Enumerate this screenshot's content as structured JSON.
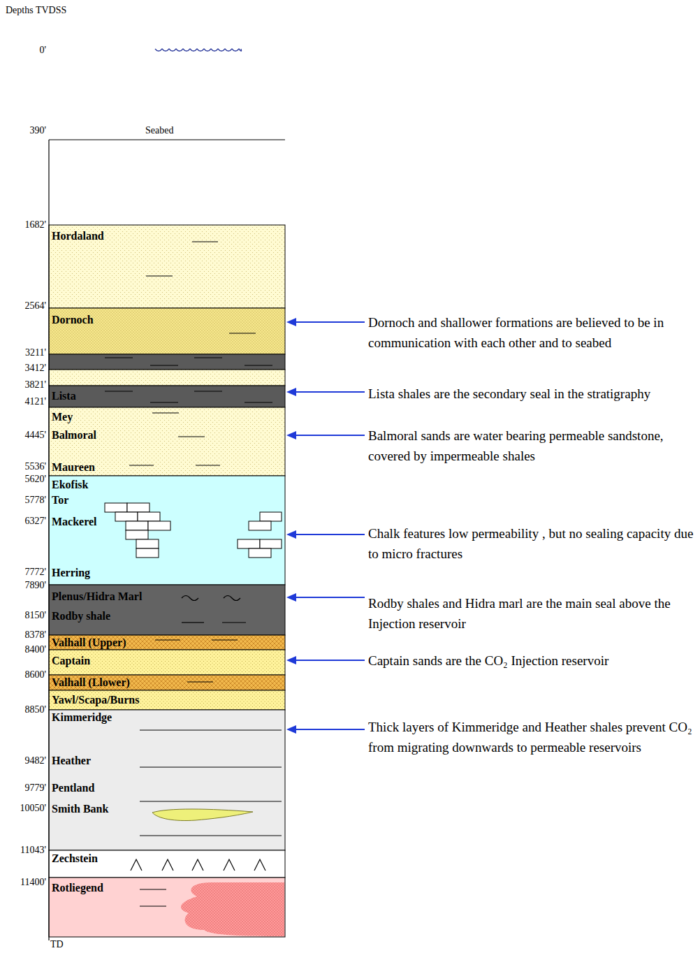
{
  "diagram": {
    "title": "Depths TVDSS",
    "nodes": [
      {
        "text": [
          "Hordaland"
        ]
      },
      {
        "text": [
          "Dornoch"
        ]
      },
      {
        "text": [
          "Lista"
        ]
      },
      {
        "text": [
          "Mey",
          "Balmoral",
          "Maureen"
        ]
      },
      {
        "text": [
          "Ekofisk",
          "Tor",
          "Mackerel",
          "Herring"
        ]
      },
      {
        "text": [
          "Plenus/Hidra Marl",
          "Rodby shale"
        ]
      },
      {
        "text": [
          "Valhall (Upper)"
        ]
      },
      {
        "text": [
          "Captain"
        ]
      },
      {
        "text": [
          "Valhall (Llower)"
        ]
      },
      {
        "text": [
          "Yawl/Scapa/Burns"
        ]
      },
      {
        "text": [
          "Kimmeridge",
          "Heather",
          "Pentland",
          "Smith Bank"
        ]
      },
      {
        "text": [
          "Zechstein"
        ]
      },
      {
        "text": [
          "Rotliegend"
        ]
      }
    ],
    "labels": [
      "0'",
      "390'",
      "Seabed",
      "1682'",
      "2564'",
      "3211'",
      "3412'",
      "3821'",
      "4121'",
      "4445'",
      "5536'",
      "5620'",
      "5778'",
      "6327'",
      "7772'",
      "7890'",
      "8150'",
      "8378'",
      "8400'",
      "8600'",
      "8850'",
      "9482'",
      "9779'",
      "10050'",
      "11043'",
      "11400'",
      "TD",
      "Dornoch and shallower formations are believed to be in communication with each other and to seabed",
      "Lista shales are the secondary seal in the stratigraphy",
      "Balmoral sands are water bearing permeable sandstone, covered by impermeable shales",
      "Chalk features low permeability , but no sealing capacity due to micro fractures",
      "Rodby shales and Hidra marl are the main seal above the Injection reservoir",
      "Captain sands are the CO₂ Injection reservoir",
      "Thick layers of Kimmeridge and Heather shales prevent CO₂ from migrating downwards to permeable reservoirs"
    ]
  }
}
